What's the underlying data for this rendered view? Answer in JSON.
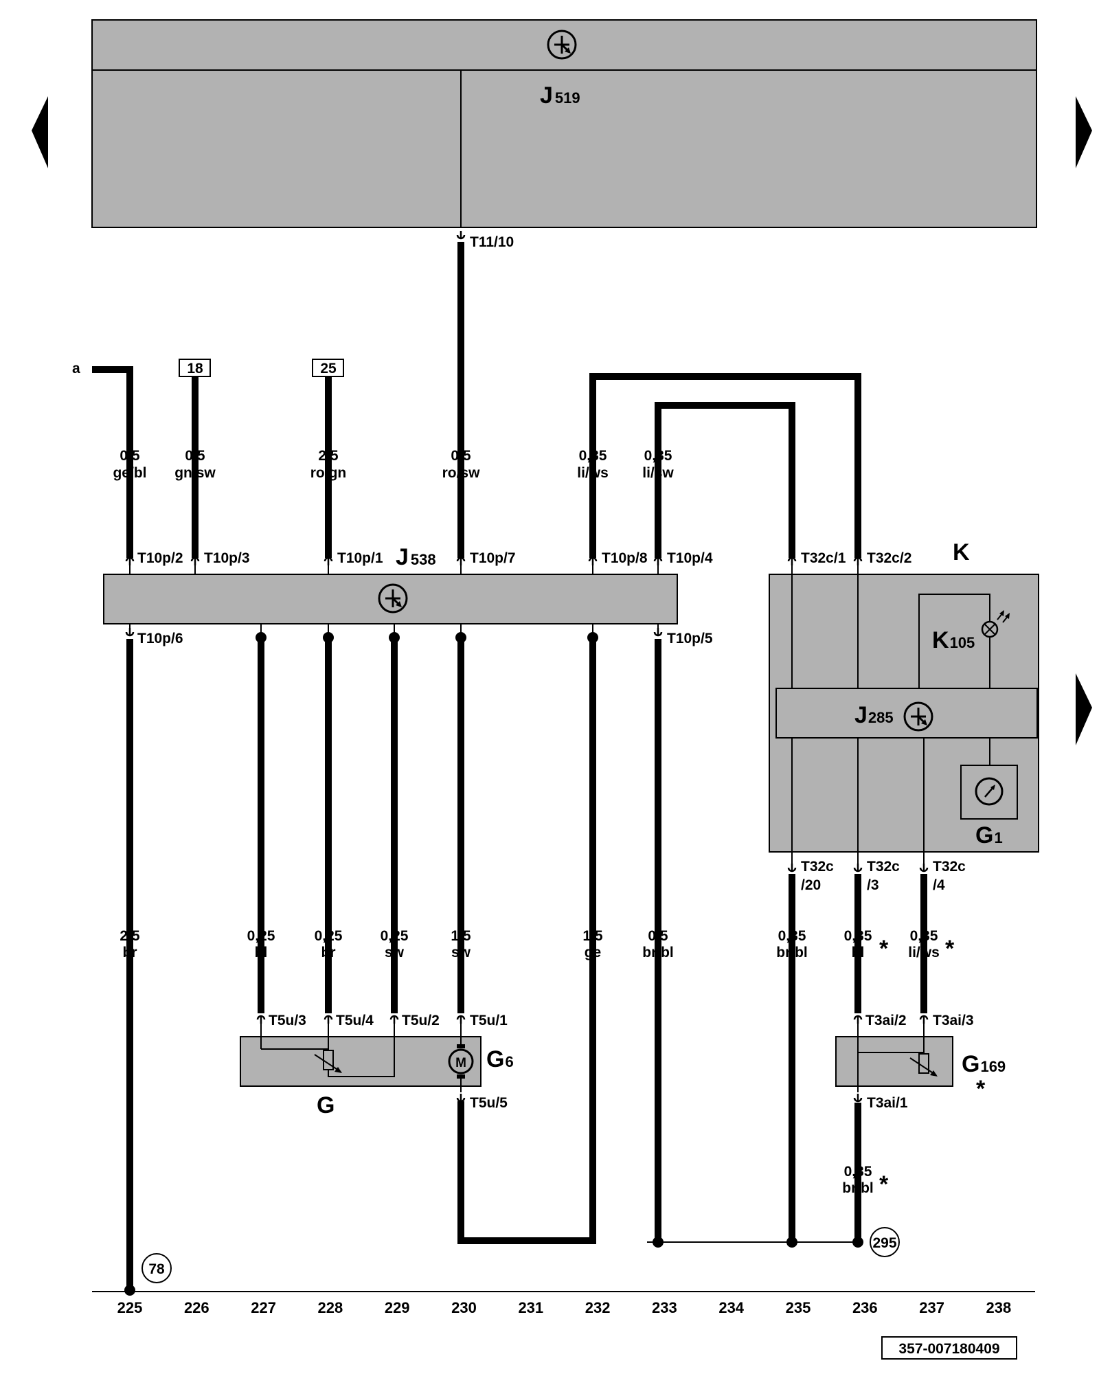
{
  "components": {
    "j519": {
      "name": "J",
      "sub": "519"
    },
    "j538": {
      "name": "J",
      "sub": "538"
    },
    "k": {
      "name": "K"
    },
    "k105": {
      "name": "K",
      "sub": "105"
    },
    "j285": {
      "name": "J",
      "sub": "285"
    },
    "g1": {
      "name": "G",
      "sub": "1"
    },
    "g6": {
      "name": "G",
      "sub": "6"
    },
    "g": {
      "name": "G"
    },
    "g169": {
      "name": "G",
      "sub": "169"
    }
  },
  "connectors": {
    "t11_10": "T11/10",
    "t10p_2": "T10p/2",
    "t10p_3": "T10p/3",
    "t10p_1": "T10p/1",
    "t10p_7": "T10p/7",
    "t10p_8": "T10p/8",
    "t10p_4": "T10p/4",
    "t10p_6": "T10p/6",
    "t10p_5": "T10p/5",
    "t32c_1": "T32c/1",
    "t32c_2": "T32c/2",
    "t32c_20a": "T32c",
    "t32c_20b": "/20",
    "t32c_3a": "T32c",
    "t32c_3b": "/3",
    "t32c_4a": "T32c",
    "t32c_4b": "/4",
    "t5u_3": "T5u/3",
    "t5u_4": "T5u/4",
    "t5u_2": "T5u/2",
    "t5u_1": "T5u/1",
    "t5u_5": "T5u/5",
    "t3ai_2": "T3ai/2",
    "t3ai_3": "T3ai/3",
    "t3ai_1": "T3ai/1"
  },
  "upper_wires": [
    {
      "size": "0,5",
      "color": "ge/bl"
    },
    {
      "size": "0,5",
      "color": "gn/sw"
    },
    {
      "size": "2,5",
      "color": "ro/gn"
    },
    {
      "size": "0,5",
      "color": "ro/sw"
    },
    {
      "size": "0,35",
      "color": "li/ws"
    },
    {
      "size": "0,35",
      "color": "li/sw"
    }
  ],
  "lower_wires": [
    {
      "size": "2,5",
      "color": "br"
    },
    {
      "size": "0,25",
      "color": "bl"
    },
    {
      "size": "0,25",
      "color": "br"
    },
    {
      "size": "0,25",
      "color": "sw"
    },
    {
      "size": "1,5",
      "color": "sw"
    },
    {
      "size": "1,5",
      "color": "ge"
    },
    {
      "size": "0,5",
      "color": "br/bl"
    },
    {
      "size": "0,35",
      "color": "br/bl"
    },
    {
      "size": "0,35",
      "color": "bl"
    },
    {
      "size": "0,35",
      "color": "li/ws"
    },
    {
      "size": "0,35",
      "color": "br/bl"
    }
  ],
  "refs": {
    "a": "a",
    "r18": "18",
    "r25": "25",
    "r78": "78",
    "r295": "295"
  },
  "asterisk": "*",
  "motor_symbol": "M",
  "grid": [
    "225",
    "226",
    "227",
    "228",
    "229",
    "230",
    "231",
    "232",
    "233",
    "234",
    "235",
    "236",
    "237",
    "238"
  ],
  "doc_number": "357-007180409",
  "icons": {
    "control_unit": "transistor-icon",
    "lamp": "warning-lamp-icon",
    "gauge": "gauge-icon",
    "motor": "motor-icon",
    "nav_prev": "triangle-left-icon",
    "nav_next": "triangle-right-icon"
  }
}
